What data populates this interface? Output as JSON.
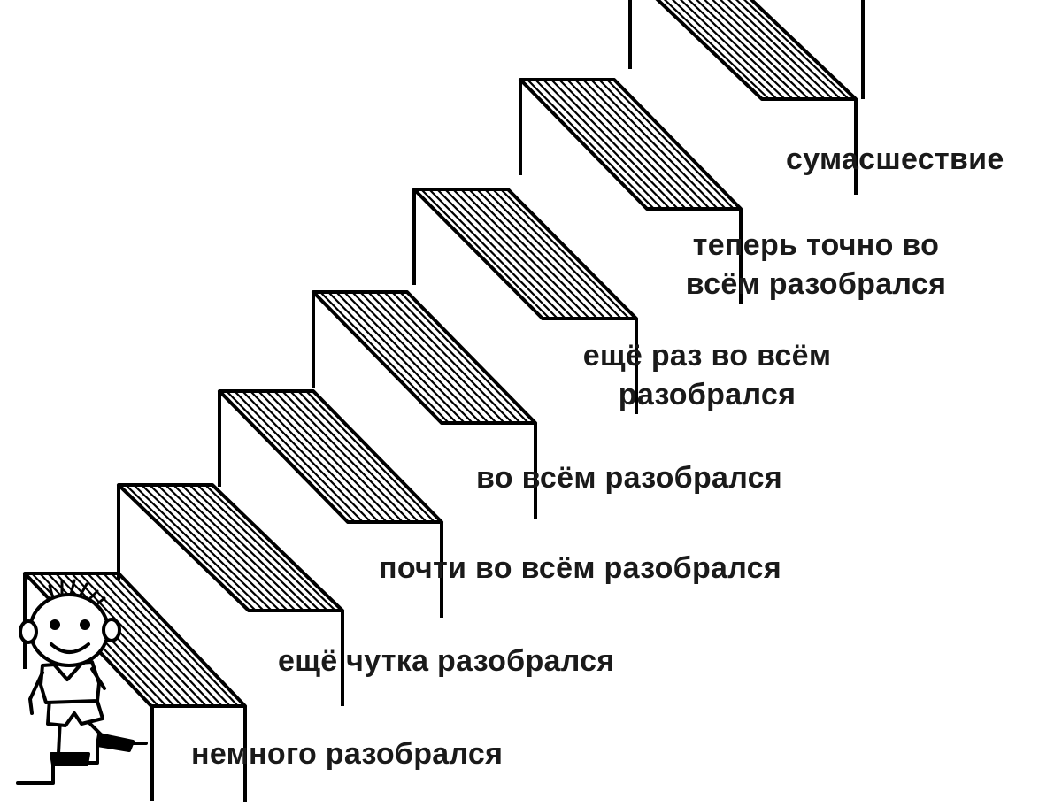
{
  "meme": {
    "steps": [
      {
        "lines": [
          "немного разобрался"
        ]
      },
      {
        "lines": [
          "ещё чутка разобрался"
        ]
      },
      {
        "lines": [
          "почти во всём разобрался"
        ]
      },
      {
        "lines": [
          "во всём разобрался"
        ]
      },
      {
        "lines": [
          "ещё раз во всём",
          "разобрался"
        ]
      },
      {
        "lines": [
          "теперь точно во",
          "всём разобрался"
        ]
      },
      {
        "lines": [
          "сумасшествие"
        ]
      }
    ]
  },
  "palette": {
    "ink": "#000000",
    "paper": "#ffffff",
    "text": "#1a1a1a"
  },
  "illustration": {
    "subject": "boy-climbing-stairs",
    "icon": "staircase-icon"
  }
}
